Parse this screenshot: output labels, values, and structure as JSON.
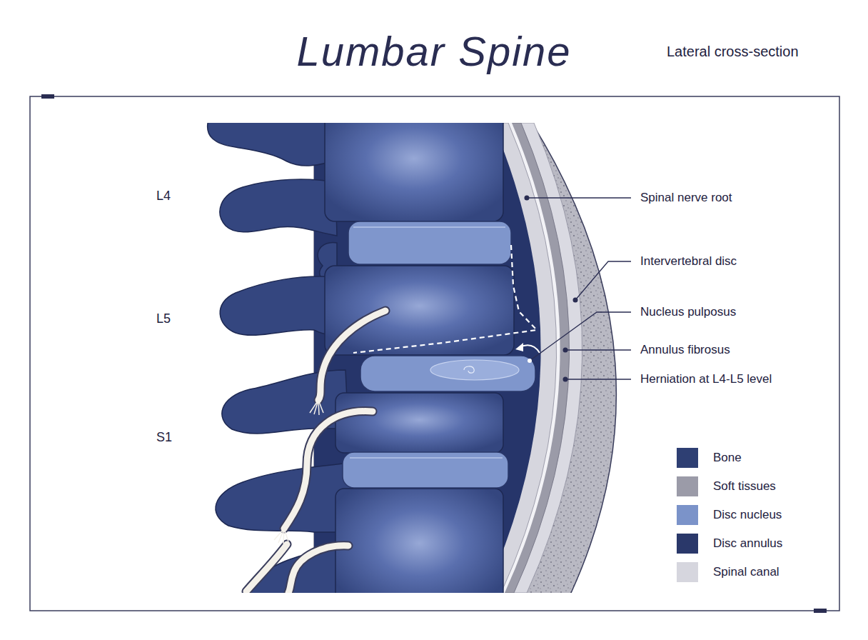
{
  "diagram": {
    "title": "Lumbar Spine",
    "labels": [
      "Lateral cross-section",
      "L4",
      "L5",
      "S1",
      "Spinal nerve root",
      "Intervertebral disc",
      "Nucleus pulposus",
      "Annulus fibrosus",
      "Herniation at L4-L5 level"
    ],
    "legend": [
      {
        "text": "Bone",
        "color": "#2e3f73"
      },
      {
        "text": "Soft tissues",
        "color": "#9b9ba8"
      },
      {
        "text": "Disc nucleus",
        "color": "#7b93c9"
      },
      {
        "text": "Disc annulus",
        "color": "#2a386a"
      },
      {
        "text": "Spinal canal",
        "color": "#d6d6de"
      }
    ]
  }
}
